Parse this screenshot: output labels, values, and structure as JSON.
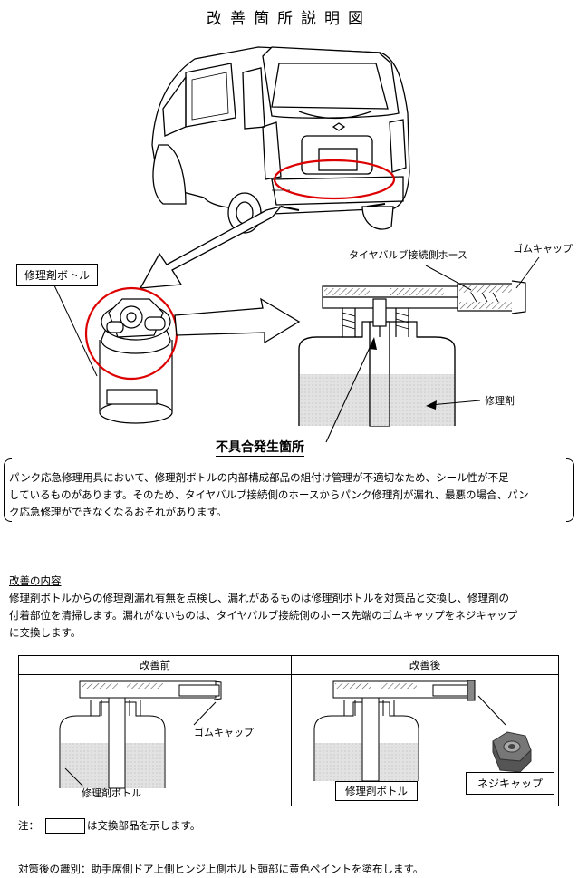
{
  "title": "改善箇所説明図",
  "labels": {
    "bottle_label": "修理剤ボトル",
    "hose_label": "タイヤバルブ接続側ホース",
    "cap_label": "ゴムキャップ",
    "agent_label": "修理剤",
    "defect_label": "不具合発生箇所"
  },
  "description": {
    "line1": "パンク応急修理用具において、修理剤ボトルの内部構成部品の組付け管理が不適切なため、シール性が不足",
    "line2": "しているものがあります。そのため、タイヤバルブ接続側のホースからパンク修理剤が漏れ、最悪の場合、パン",
    "line3": "ク応急修理ができなくなるおそれがあります。"
  },
  "improvement": {
    "heading": "改善の内容",
    "line1": "修理剤ボトルからの修理剤漏れ有無を点検し、漏れがあるものは修理剤ボトルを対策品と交換し、修理剤の",
    "line2": "付着部位を清掃します。漏れがないものは、タイヤバルブ接続側のホース先端のゴムキャップをネジキャップ",
    "line3": "に交換します。"
  },
  "table": {
    "before_header": "改善前",
    "after_header": "改善後",
    "before_cap": "ゴムキャップ",
    "before_bottle": "修理剤ボトル",
    "after_bottle": "修理剤ボトル",
    "after_cap": "ネジキャップ"
  },
  "note": {
    "prefix": "注：",
    "text": "は交換部品を示します。"
  },
  "identification": "対策後の識別：助手席側ドア上側ヒンジ上側ボルト頭部に黄色ペイントを塗布します。"
}
